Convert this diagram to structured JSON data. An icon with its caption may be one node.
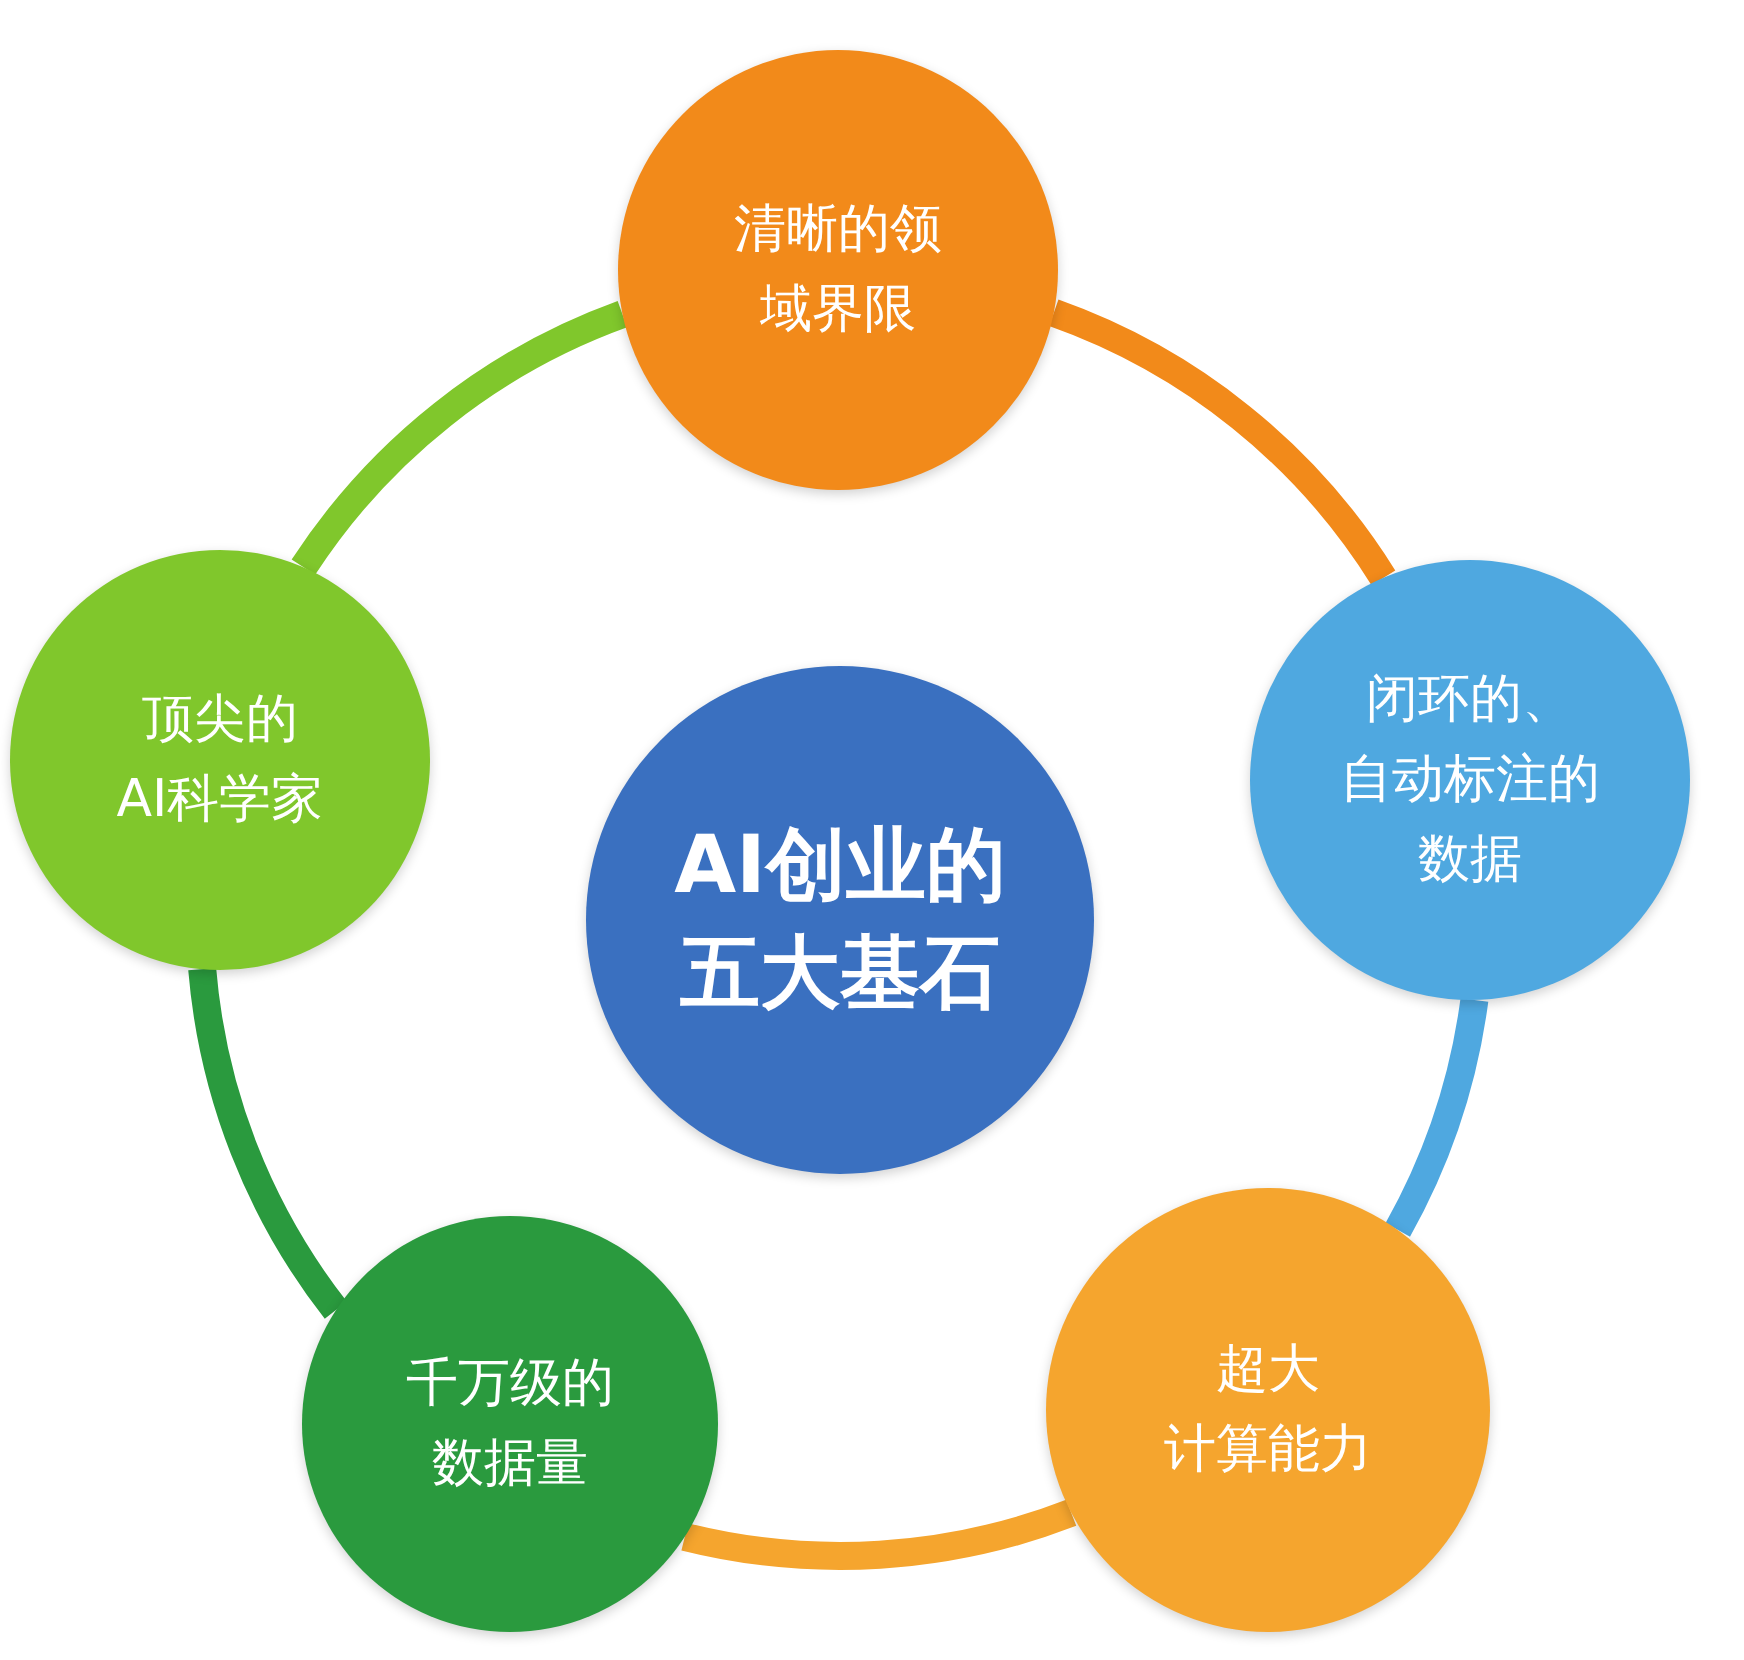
{
  "diagram": {
    "nodes": [
      {
        "text": [
          "AI创业的五大基石"
        ]
      },
      {
        "text": [
          "清晰的领域界限"
        ]
      },
      {
        "text": [
          "闭环的、自动标注的数据"
        ]
      },
      {
        "text": [
          "超大计算能力"
        ]
      },
      {
        "text": [
          "千万级的数据量"
        ]
      },
      {
        "text": [
          "顶尖的AI科学家"
        ]
      }
    ],
    "edges": [
      {
        "from": 1,
        "to": 2,
        "arrow": "none",
        "color": "#f28a1a"
      },
      {
        "from": 2,
        "to": 3,
        "arrow": "none",
        "color": "#4fa8e0"
      },
      {
        "from": 3,
        "to": 4,
        "arrow": "none",
        "color": "#f5a52e"
      },
      {
        "from": 4,
        "to": 5,
        "arrow": "none",
        "color": "#2a9a3e"
      },
      {
        "from": 5,
        "to": 1,
        "arrow": "none",
        "color": "#80c72c"
      }
    ]
  }
}
